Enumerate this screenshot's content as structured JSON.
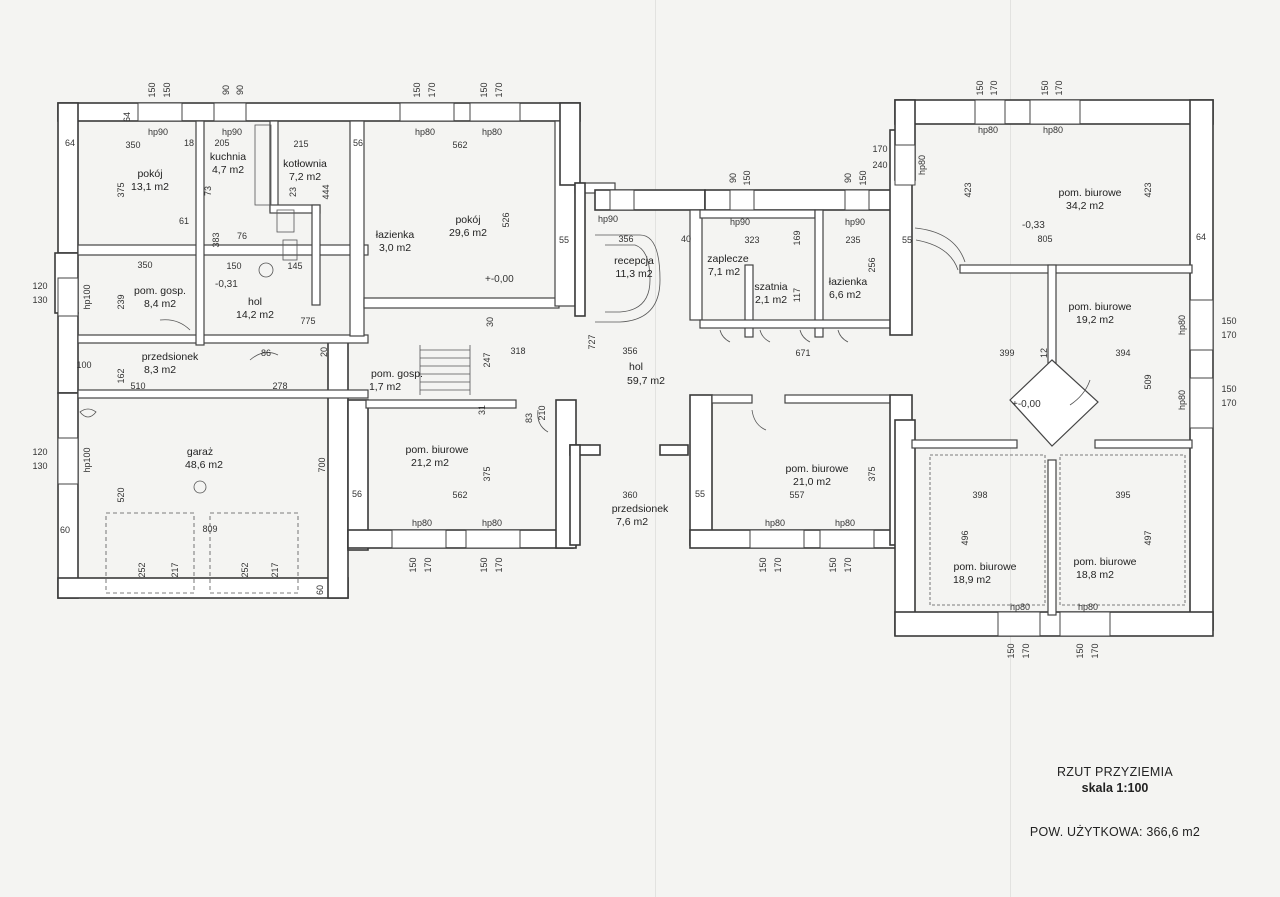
{
  "title": {
    "name": "RZUT PRZYZIEMIA",
    "scale": "skala 1:100",
    "area": "POW. UŻYTKOWA: 366,6 m2"
  },
  "rooms": [
    {
      "id": "pokoj-1",
      "name": "pokój",
      "area": "13,1 m2"
    },
    {
      "id": "kuchnia",
      "name": "kuchnia",
      "area": "4,7 m2"
    },
    {
      "id": "kotlownia",
      "name": "kotłownia",
      "area": "7,2 m2"
    },
    {
      "id": "lazienka-1",
      "name": "łazienka",
      "area": "3,0 m2"
    },
    {
      "id": "pokoj-2",
      "name": "pokój",
      "area": "29,6 m2"
    },
    {
      "id": "pom-gosp-1",
      "name": "pom. gosp.",
      "area": "8,4 m2"
    },
    {
      "id": "hol-1",
      "name": "hol",
      "area": "14,2 m2"
    },
    {
      "id": "przedsionek-1",
      "name": "przedsionek",
      "area": "8,3 m2"
    },
    {
      "id": "pom-gosp-2",
      "name": "pom. gosp.",
      "area": "1,7 m2"
    },
    {
      "id": "garaz",
      "name": "garaż",
      "area": "48,6 m2"
    },
    {
      "id": "biuro-1",
      "name": "pom. biurowe",
      "area": "21,2 m2"
    },
    {
      "id": "recepcja",
      "name": "recepcja",
      "area": "11,3 m2"
    },
    {
      "id": "zaplecze",
      "name": "zaplecze",
      "area": "7,1 m2"
    },
    {
      "id": "szatnia",
      "name": "szatnia",
      "area": "2,1 m2"
    },
    {
      "id": "lazienka-2",
      "name": "łazienka",
      "area": "6,6 m2"
    },
    {
      "id": "hol-2",
      "name": "hol",
      "area": "59,7 m2"
    },
    {
      "id": "przedsionek-2",
      "name": "przedsionek",
      "area": "7,6 m2"
    },
    {
      "id": "biuro-2",
      "name": "pom. biurowe",
      "area": "21,0 m2"
    },
    {
      "id": "biuro-3",
      "name": "pom. biurowe",
      "area": "34,2 m2"
    },
    {
      "id": "biuro-4",
      "name": "pom. biurowe",
      "area": "19,2 m2"
    },
    {
      "id": "biuro-5",
      "name": "pom. biurowe",
      "area": "18,9 m2"
    },
    {
      "id": "biuro-6",
      "name": "pom. biurowe",
      "area": "18,8 m2"
    }
  ],
  "levels": [
    "-0,31",
    "+-0,00",
    "-0,33",
    "+-0,00"
  ],
  "windows": [
    "hp90",
    "hp90",
    "hp80",
    "hp80",
    "hp90",
    "hp90",
    "hp90",
    "hp80",
    "hp80",
    "hp100",
    "hp100",
    "hp80",
    "hp80",
    "hp80",
    "hp80",
    "hp80",
    "hp80",
    "hp80",
    "hp80",
    "hp80"
  ],
  "dimensions": {
    "top": [
      "150",
      "150",
      "90",
      "90",
      "150",
      "170",
      "150",
      "170",
      "90",
      "150",
      "90",
      "150",
      "150",
      "170",
      "150",
      "170"
    ],
    "bottom": [
      "150",
      "170",
      "150",
      "170",
      "150",
      "170",
      "150",
      "170",
      "150",
      "170",
      "150",
      "170"
    ],
    "side": [
      "120",
      "130",
      "120",
      "130",
      "150",
      "170",
      "150",
      "170"
    ],
    "interior": [
      "350",
      "205",
      "215",
      "562",
      "356",
      "323",
      "235",
      "805",
      "350",
      "150",
      "145",
      "775",
      "318",
      "356",
      "671",
      "399",
      "394",
      "510",
      "86",
      "278",
      "809",
      "562",
      "360",
      "557",
      "398",
      "395",
      "375",
      "383",
      "526",
      "423",
      "423",
      "239",
      "162",
      "700",
      "520",
      "375",
      "375",
      "509",
      "496",
      "497",
      "252",
      "217",
      "252",
      "217",
      "727",
      "444",
      "247",
      "256",
      "117",
      "169",
      "64",
      "64",
      "55",
      "56",
      "56",
      "55",
      "55",
      "64",
      "60",
      "60",
      "18",
      "20",
      "12",
      "31",
      "83",
      "210",
      "100",
      "40",
      "76",
      "61",
      "73",
      "23",
      "30",
      "170",
      "240"
    ]
  }
}
